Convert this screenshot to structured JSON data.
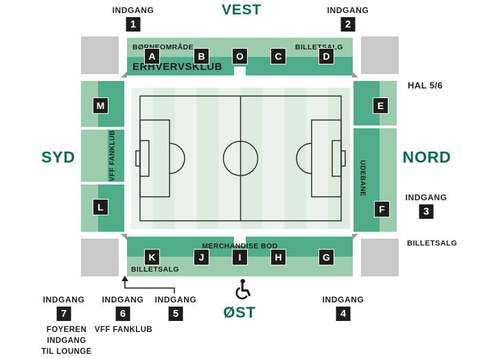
{
  "colors": {
    "stand_dark_green": "#50ad89",
    "stand_light_green": "#9bcdad",
    "corner_gray": "#c9c9c9",
    "compass_teal": "#0c6a54",
    "ink": "#1d1d1b",
    "pitch_light": "#e9f3eb",
    "pitch_stripe": "#dcecdf"
  },
  "compass": {
    "west": "VEST",
    "south": "SYD",
    "north": "NORD",
    "east": "ØST"
  },
  "entrance_label": "INDGANG",
  "entrances": {
    "n1": "1",
    "n2": "2",
    "n3": "3",
    "n4": "4",
    "n5": "5",
    "n6": "6",
    "n7": "7"
  },
  "west_stand": {
    "kids_area": "BØRNEOMRÅDE",
    "ticket_office": "BILLETSALG",
    "business_club": "ERHVERVSKLUB",
    "sections": [
      "A",
      "B",
      "O",
      "C",
      "D"
    ]
  },
  "east_stand": {
    "merchandise": "MERCHANDISE BOD",
    "ticket_office": "BILLETSALG",
    "sections": [
      "K",
      "J",
      "I",
      "H",
      "G"
    ]
  },
  "south_stand": {
    "sections": [
      "M",
      "L"
    ],
    "fan_club": "VFF FANKLUB"
  },
  "north_stand": {
    "sections": [
      "E",
      "F"
    ],
    "away_fans": "UDEBANE"
  },
  "outer": {
    "hall": "HAL 5/6",
    "ticket_office_north": "BILLETSALG",
    "fan_club_entrance": "VFF FANKLUB",
    "foyer_lines": [
      "FOYEREN",
      "INDGANG",
      "TIL LOUNGE"
    ]
  },
  "icons": {
    "wheelchair": "wheelchair-icon"
  }
}
